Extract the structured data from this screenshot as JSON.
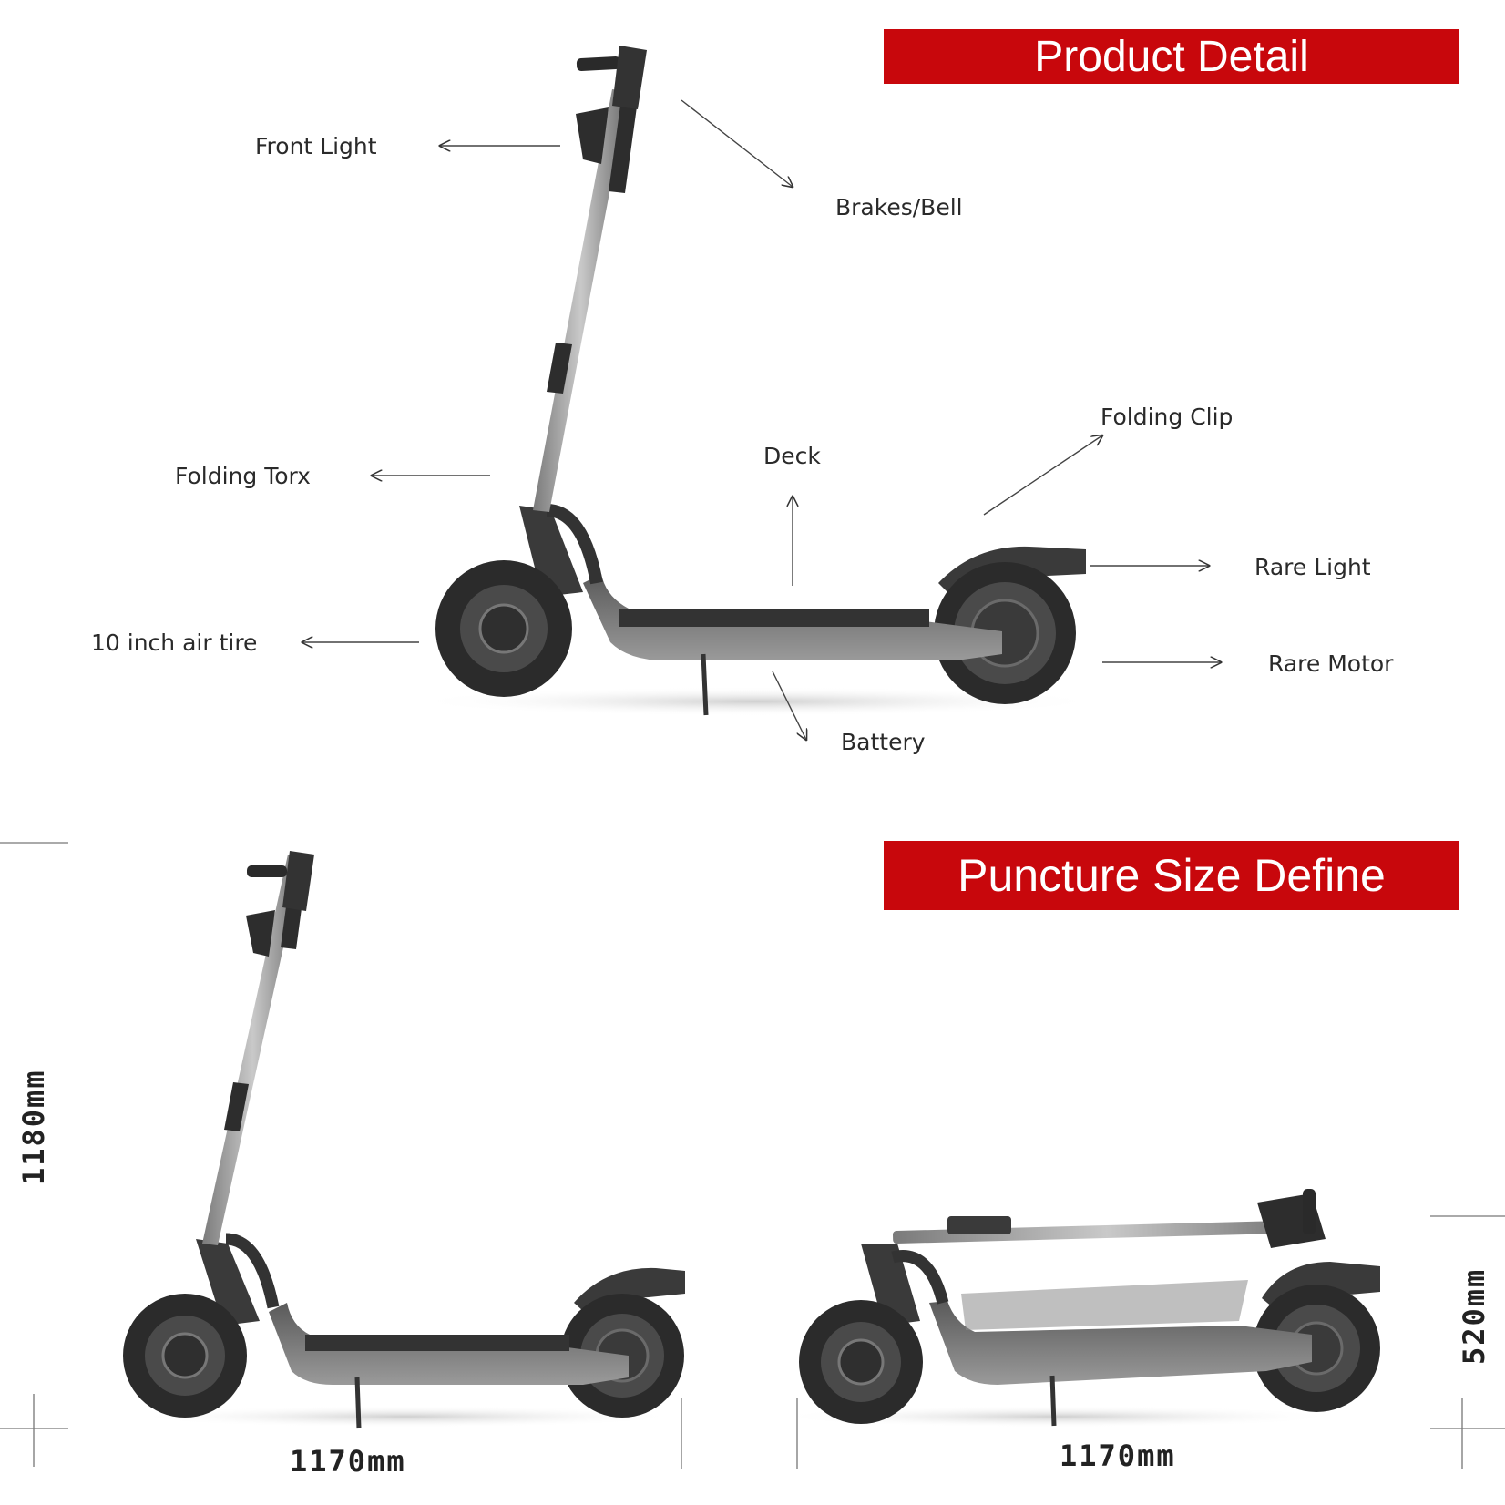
{
  "product_detail": {
    "title": "Product Detail",
    "labels": {
      "front_light": "Front Light",
      "brakes_bell": "Brakes/Bell",
      "folding_clip": "Folding Clip",
      "deck": "Deck",
      "folding_torx": "Folding Torx",
      "rare_light": "Rare Light",
      "air_tire": "10 inch air tire",
      "rare_motor": "Rare Motor",
      "battery": "Battery"
    }
  },
  "size_define": {
    "title": "Puncture Size Define",
    "height_unfolded": "1180mm",
    "length_unfolded": "1170mm",
    "length_folded": "1170mm",
    "height_folded": "520mm"
  },
  "colors": {
    "banner": "#c8070c",
    "frame": "#3a3a3a",
    "stem": "#a8a8a8",
    "tire": "#2b2b2b"
  }
}
